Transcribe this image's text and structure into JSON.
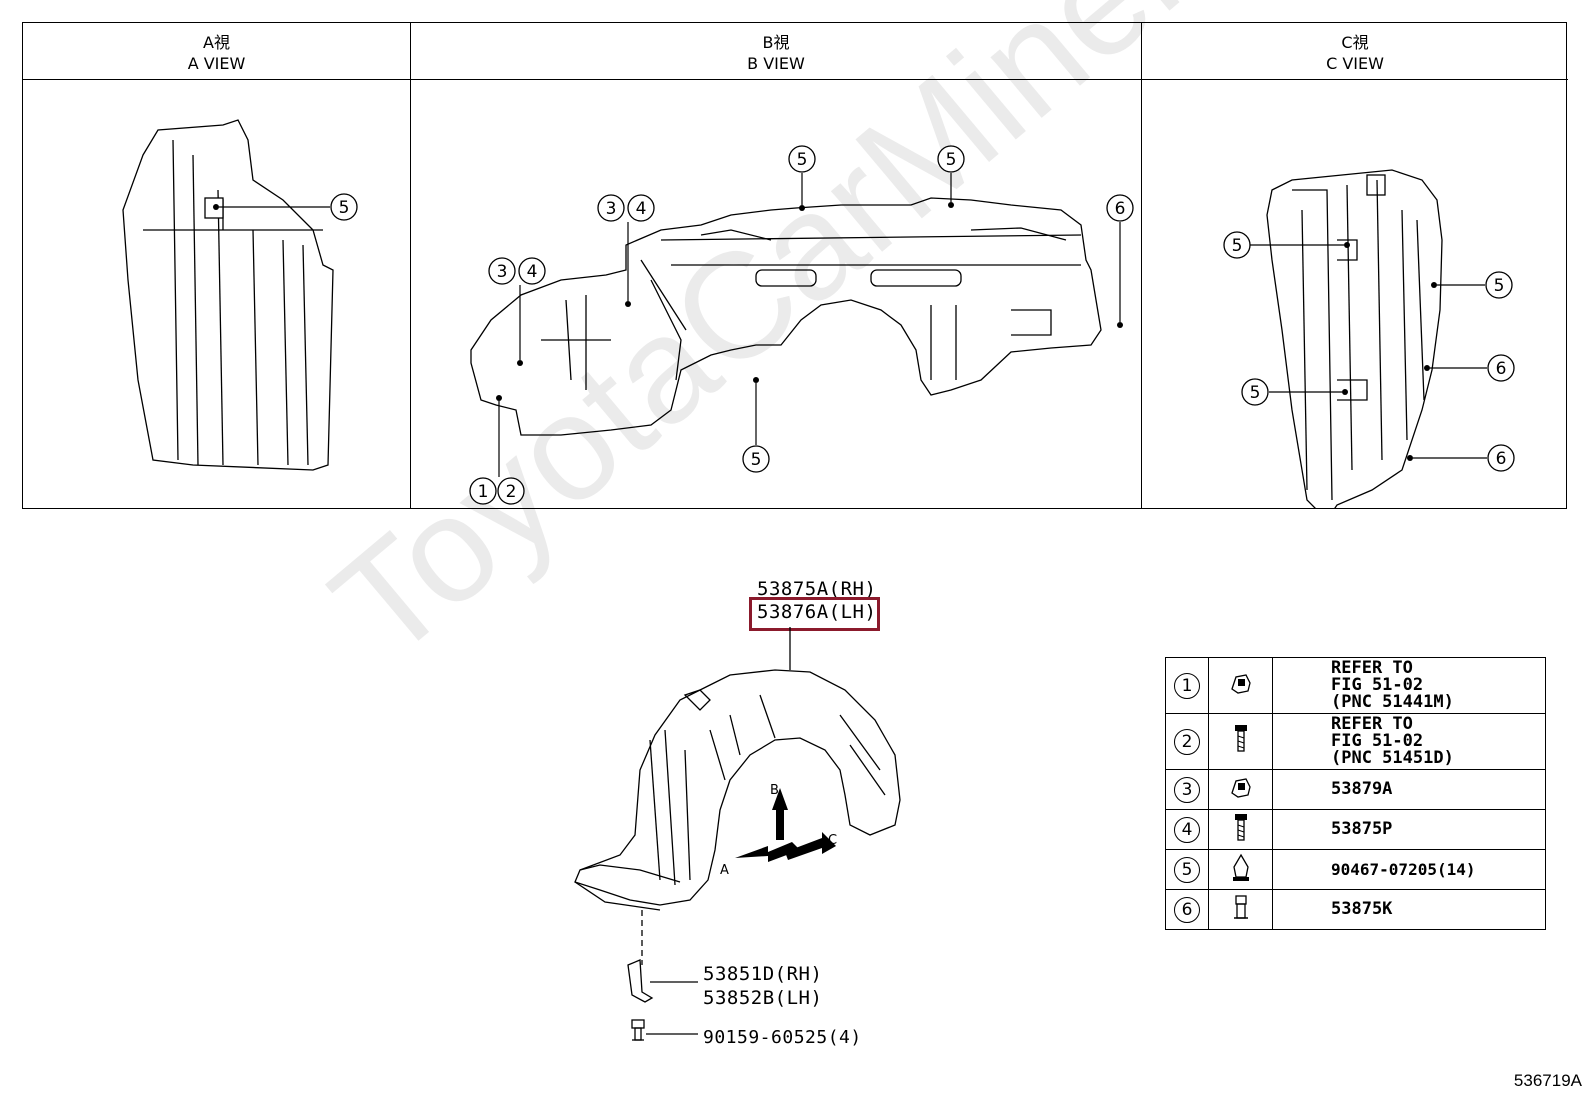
{
  "views": [
    {
      "jp": "A視",
      "en": "A VIEW"
    },
    {
      "jp": "B視",
      "en": "B VIEW"
    },
    {
      "jp": "C視",
      "en": "C VIEW"
    }
  ],
  "callouts": {
    "a_view": [
      "5"
    ],
    "b_view": [
      "5",
      "5",
      "3",
      "4",
      "3",
      "4",
      "6",
      "5",
      "1",
      "2"
    ],
    "c_view": [
      "5",
      "5",
      "6",
      "5",
      "6"
    ]
  },
  "main_part": {
    "rh": "53875A(RH)",
    "lh": "53876A(LH)",
    "highlight_color": "#8b1a2c"
  },
  "direction_labels": {
    "a": "A",
    "b": "B",
    "c": "C"
  },
  "bracket": {
    "rh": "53851D(RH)",
    "lh": "53852B(LH)"
  },
  "bolt": "90159-60525(4)",
  "legend": [
    {
      "num": "1",
      "icon": "clip-icon",
      "lines": [
        "REFER TO",
        "FIG 51-02",
        "(PNC 51441M)"
      ]
    },
    {
      "num": "2",
      "icon": "screw-icon",
      "lines": [
        "REFER TO",
        "FIG 51-02",
        "(PNC 51451D)"
      ]
    },
    {
      "num": "3",
      "icon": "clip-icon",
      "lines": [
        "53879A"
      ]
    },
    {
      "num": "4",
      "icon": "screw-icon",
      "lines": [
        "53875P"
      ]
    },
    {
      "num": "5",
      "icon": "push-clip-icon",
      "lines": [
        "90467-07205(14)"
      ]
    },
    {
      "num": "6",
      "icon": "bolt-icon",
      "lines": [
        "53875K"
      ]
    }
  ],
  "watermark": "ToyotaCarMiner.ru",
  "figure_code": "536719A"
}
